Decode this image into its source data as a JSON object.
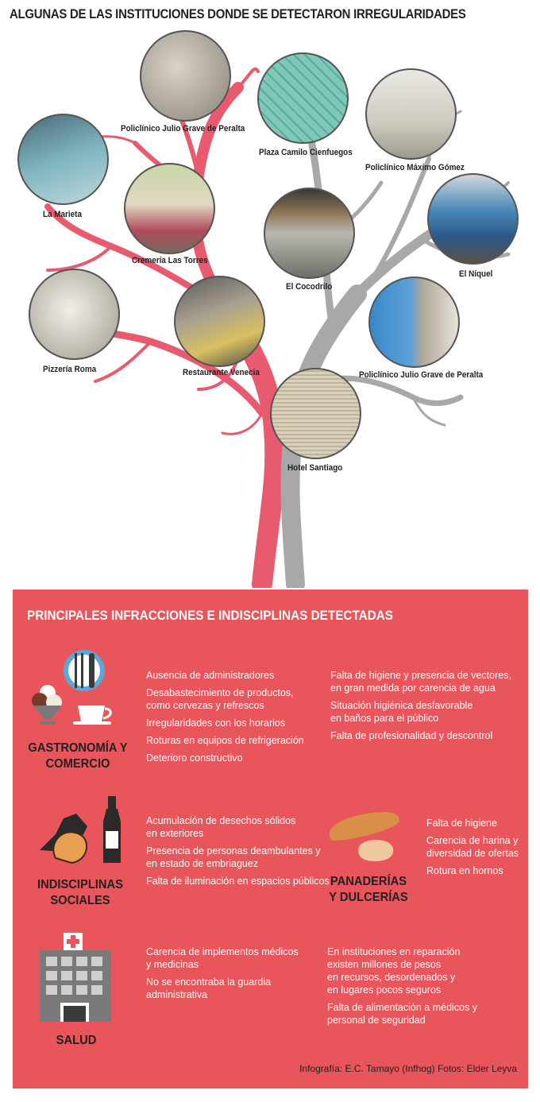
{
  "title": "ALGUNAS DE LAS INSTITUCIONES DONDE SE DETECTARON IRREGULARIDADES",
  "photos": [
    {
      "label": "Policlínico Julio Grave de Peralta"
    },
    {
      "label": "Plaza Camilo Cienfuegos"
    },
    {
      "label": "Policlínico Máximo Gómez"
    },
    {
      "label": "La Marieta"
    },
    {
      "label": "Cremería Las Torres"
    },
    {
      "label": "El Cocodrilo"
    },
    {
      "label": "El Níquel"
    },
    {
      "label": "Pizzería Roma"
    },
    {
      "label": "Restaurante Venecia"
    },
    {
      "label": "Policlínico Julio Grave de Peralta"
    },
    {
      "label": "Hotel Santiago"
    }
  ],
  "panel": {
    "title": "PRINCIPALES INFRACCIONES E INDISCIPLINAS DETECTADAS",
    "colors": {
      "panel": "#e8555a",
      "tree_red": "#e85a6e",
      "tree_gray": "#a8a8a8"
    },
    "gastronomia": {
      "label_1": "GASTRONOMÍA Y",
      "label_2": "COMERCIO",
      "left": [
        "Ausencia de administradores",
        "Desabastecimiento de productos,\ncomo cervezas y refrescos",
        "Irregularidades con los horarios",
        "Roturas en equipos de refrigeración",
        "Deterioro constructivo"
      ],
      "right": [
        "Falta de higiene y presencia de vectores,\nen gran medida por carencia de agua",
        "Situación higiénica desfavorable\nen baños para el público",
        "Falta de profesionalidad y descontrol"
      ]
    },
    "indisciplinas": {
      "label_1": "INDISCIPLINAS",
      "label_2": "SOCIALES",
      "items": [
        "Acumulación de desechos sólidos\nen exteriores",
        "Presencia de personas deambulantes y\nen estado de embriaguez",
        "Falta de iluminación en espacios públicos"
      ]
    },
    "panaderias": {
      "label_1": "PANADERÍAS",
      "label_2": "Y DULCERÍAS",
      "items": [
        "Falta de higiene",
        "Carencia de harina y\ndiversidad de ofertas",
        "Rotura en hornos"
      ]
    },
    "salud": {
      "label": "SALUD",
      "left": [
        "Carencia de implementos médicos\ny medicinas",
        "No se encontraba la guardia\nadministrativa"
      ],
      "right": [
        "En instituciones en reparación\nexisten millones de pesos\nen recursos, desordenados y\nen lugares pocos seguros",
        "Falta de alimentación a médicos y\npersonal de seguridad"
      ]
    },
    "credit": "Infografía: E.C. Tamayo (Infhog) Fotos: Elder Leyva"
  }
}
